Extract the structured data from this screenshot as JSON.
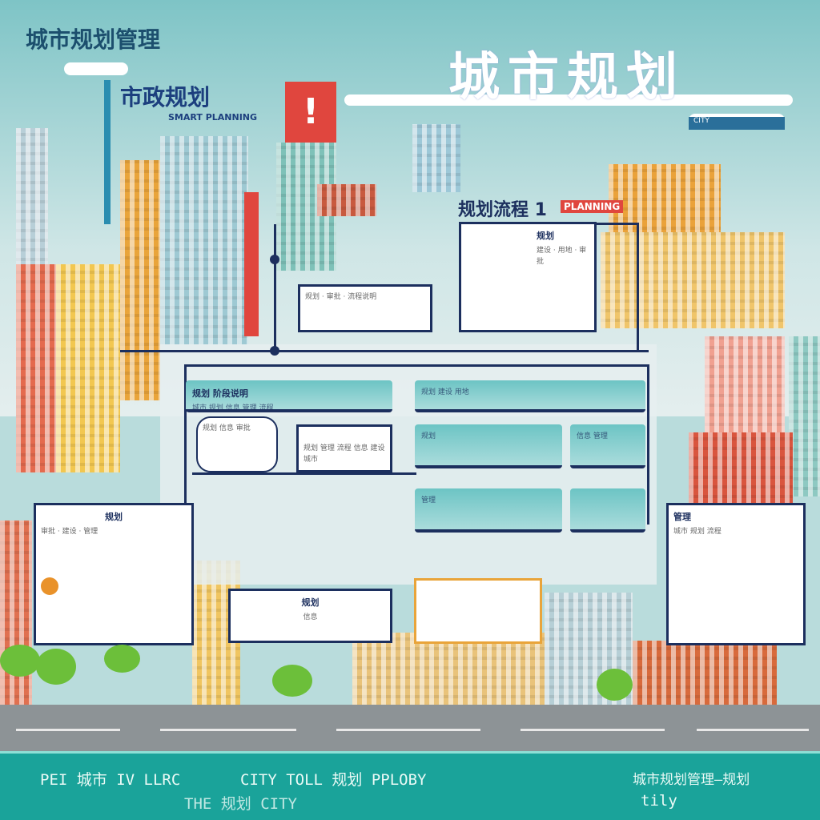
{
  "header": {
    "top_left_title": "城市规划管理",
    "main_title": "城市规划",
    "sub_sign_title": "市政规划",
    "sub_sign_caption": "SMART PLANNING",
    "sign_icon": "exclamation-icon",
    "right_banner": "CITY"
  },
  "diagram": {
    "center_title": "规划流程 1",
    "center_tag": "PLANNING",
    "panels": [
      {
        "title": "",
        "text": "规划 · 审批 · 流程说明"
      },
      {
        "title": "规划",
        "text": "建设 · 用地 · 审批"
      },
      {
        "title": "规划 阶段说明",
        "text": "城市 规划 信息 管理 流程"
      },
      {
        "title": "",
        "text": "规划 信息 审批"
      },
      {
        "title": "",
        "text": "规划 管理 流程 信息 建设 城市"
      },
      {
        "title": "",
        "text": "规划 建设 用地"
      },
      {
        "title": "",
        "text": "规划"
      },
      {
        "title": "",
        "text": "信息 管理"
      },
      {
        "title": "",
        "text": "管理"
      },
      {
        "title": "规划",
        "text": "审批 · 建设 · 管理"
      },
      {
        "title": "规划",
        "text": "信息"
      },
      {
        "title": "管理",
        "text": "城市 规划 流程"
      }
    ],
    "line_color": "#1c2f5e",
    "accent_teal": "#6cc4c4"
  },
  "footer": {
    "line1_left": "PEI 城市 IV LLRC",
    "line1_mid": "CITY TOLL 规划 PPLOBY",
    "line1_right": "城市规划管理—规划",
    "line2_mid": "THE 规划 CITY",
    "line2_right": "tily",
    "bg_color": "#1aa39a"
  }
}
